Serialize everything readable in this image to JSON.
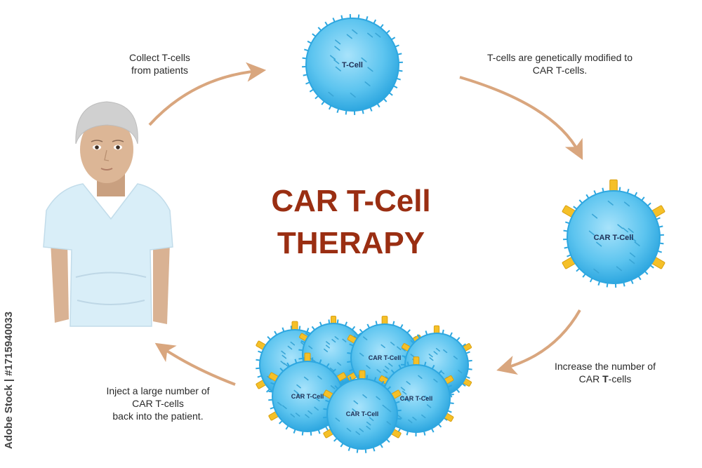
{
  "title": {
    "line1": "CAR T-Cell",
    "line2": "THERAPY"
  },
  "steps": [
    {
      "line1": "Collect T-cells",
      "line2": "from patients"
    },
    {
      "line1": "T-cells are genetically modified to",
      "line2": "CAR T-cells."
    },
    {
      "line1": "Increase the number of",
      "line2": "CAR T-cells",
      "emphasis": "T"
    },
    {
      "line1": "Inject a large number of",
      "line2": "CAR T-cells",
      "line3": "back into the patient."
    }
  ],
  "cells": {
    "t_cell": "T-Cell",
    "car_t_cell": "CAR T-Cell"
  },
  "watermark": "Adobe Stock | #1715940033",
  "colors": {
    "title": "#9a2e12",
    "arrow": "#d9a67e",
    "cell_fill": "#5cc4ef",
    "cell_edge": "#2ea7e0",
    "receptor": "#f5c028",
    "gown": "#d9eef8",
    "skin": "#d9b293",
    "cap": "#d0d0d0"
  }
}
